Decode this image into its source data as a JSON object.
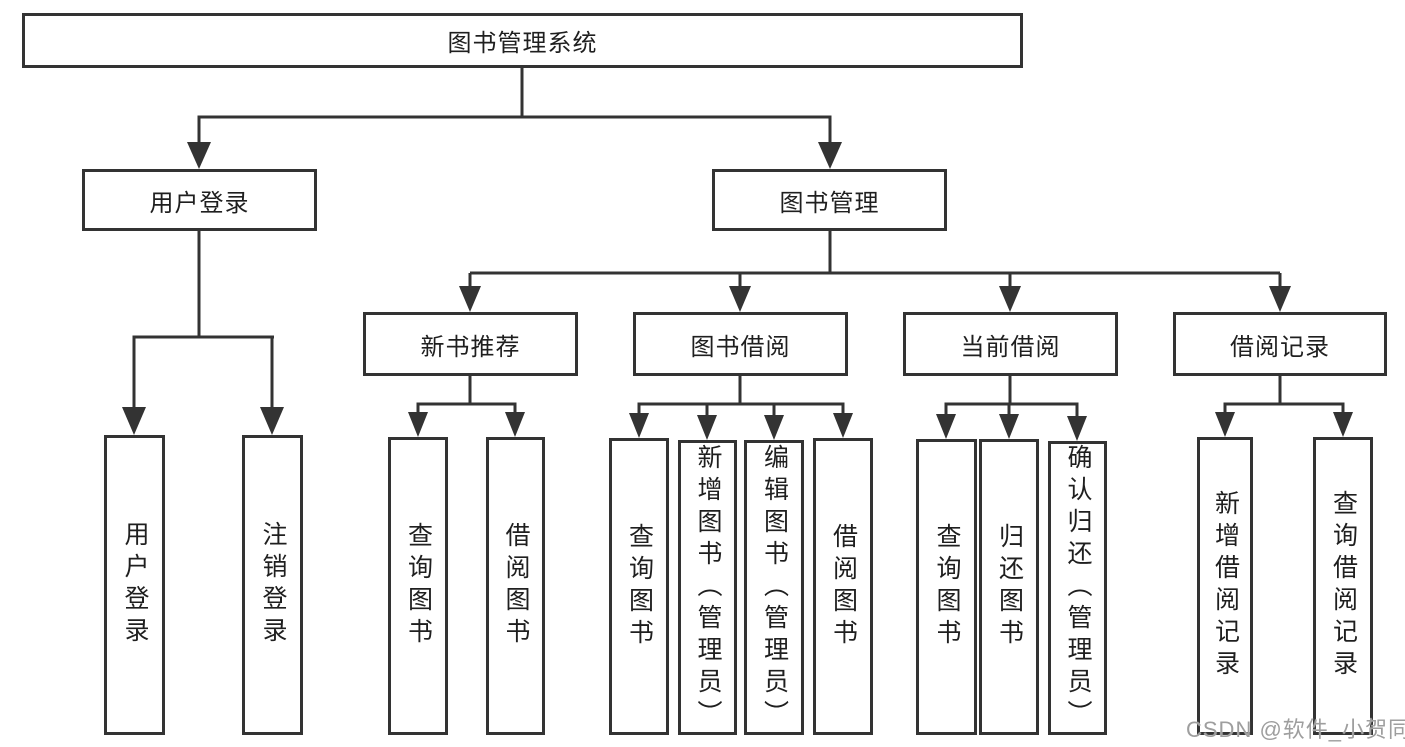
{
  "diagram": {
    "root": {
      "label": "图书管理系统"
    },
    "level2": [
      {
        "label": "用户登录"
      },
      {
        "label": "图书管理"
      }
    ],
    "level3": [
      {
        "label": "新书推荐",
        "parent": "图书管理"
      },
      {
        "label": "图书借阅",
        "parent": "图书管理"
      },
      {
        "label": "当前借阅",
        "parent": "图书管理"
      },
      {
        "label": "借阅记录",
        "parent": "图书管理"
      }
    ],
    "leaves": [
      {
        "label": "用户登录",
        "parent": "用户登录"
      },
      {
        "label": "注销登录",
        "parent": "用户登录"
      },
      {
        "label": "查询图书",
        "parent": "新书推荐"
      },
      {
        "label": "借阅图书",
        "parent": "新书推荐"
      },
      {
        "label": "查询图书",
        "parent": "图书借阅"
      },
      {
        "label": "新增图书（管理员）",
        "parent": "图书借阅"
      },
      {
        "label": "编辑图书（管理员）",
        "parent": "图书借阅"
      },
      {
        "label": "借阅图书",
        "parent": "图书借阅"
      },
      {
        "label": "查询图书",
        "parent": "当前借阅"
      },
      {
        "label": "归还图书",
        "parent": "当前借阅"
      },
      {
        "label": "确认归还（管理员）",
        "parent": "当前借阅"
      },
      {
        "label": "新增借阅记录",
        "parent": "借阅记录"
      },
      {
        "label": "查询借阅记录",
        "parent": "借阅记录"
      }
    ]
  },
  "watermark": "CSDN @软件_小贺同学",
  "colors": {
    "line": "#333333",
    "text": "#1f1f1f",
    "watermark": "#9e9e9e",
    "background": "#ffffff"
  }
}
